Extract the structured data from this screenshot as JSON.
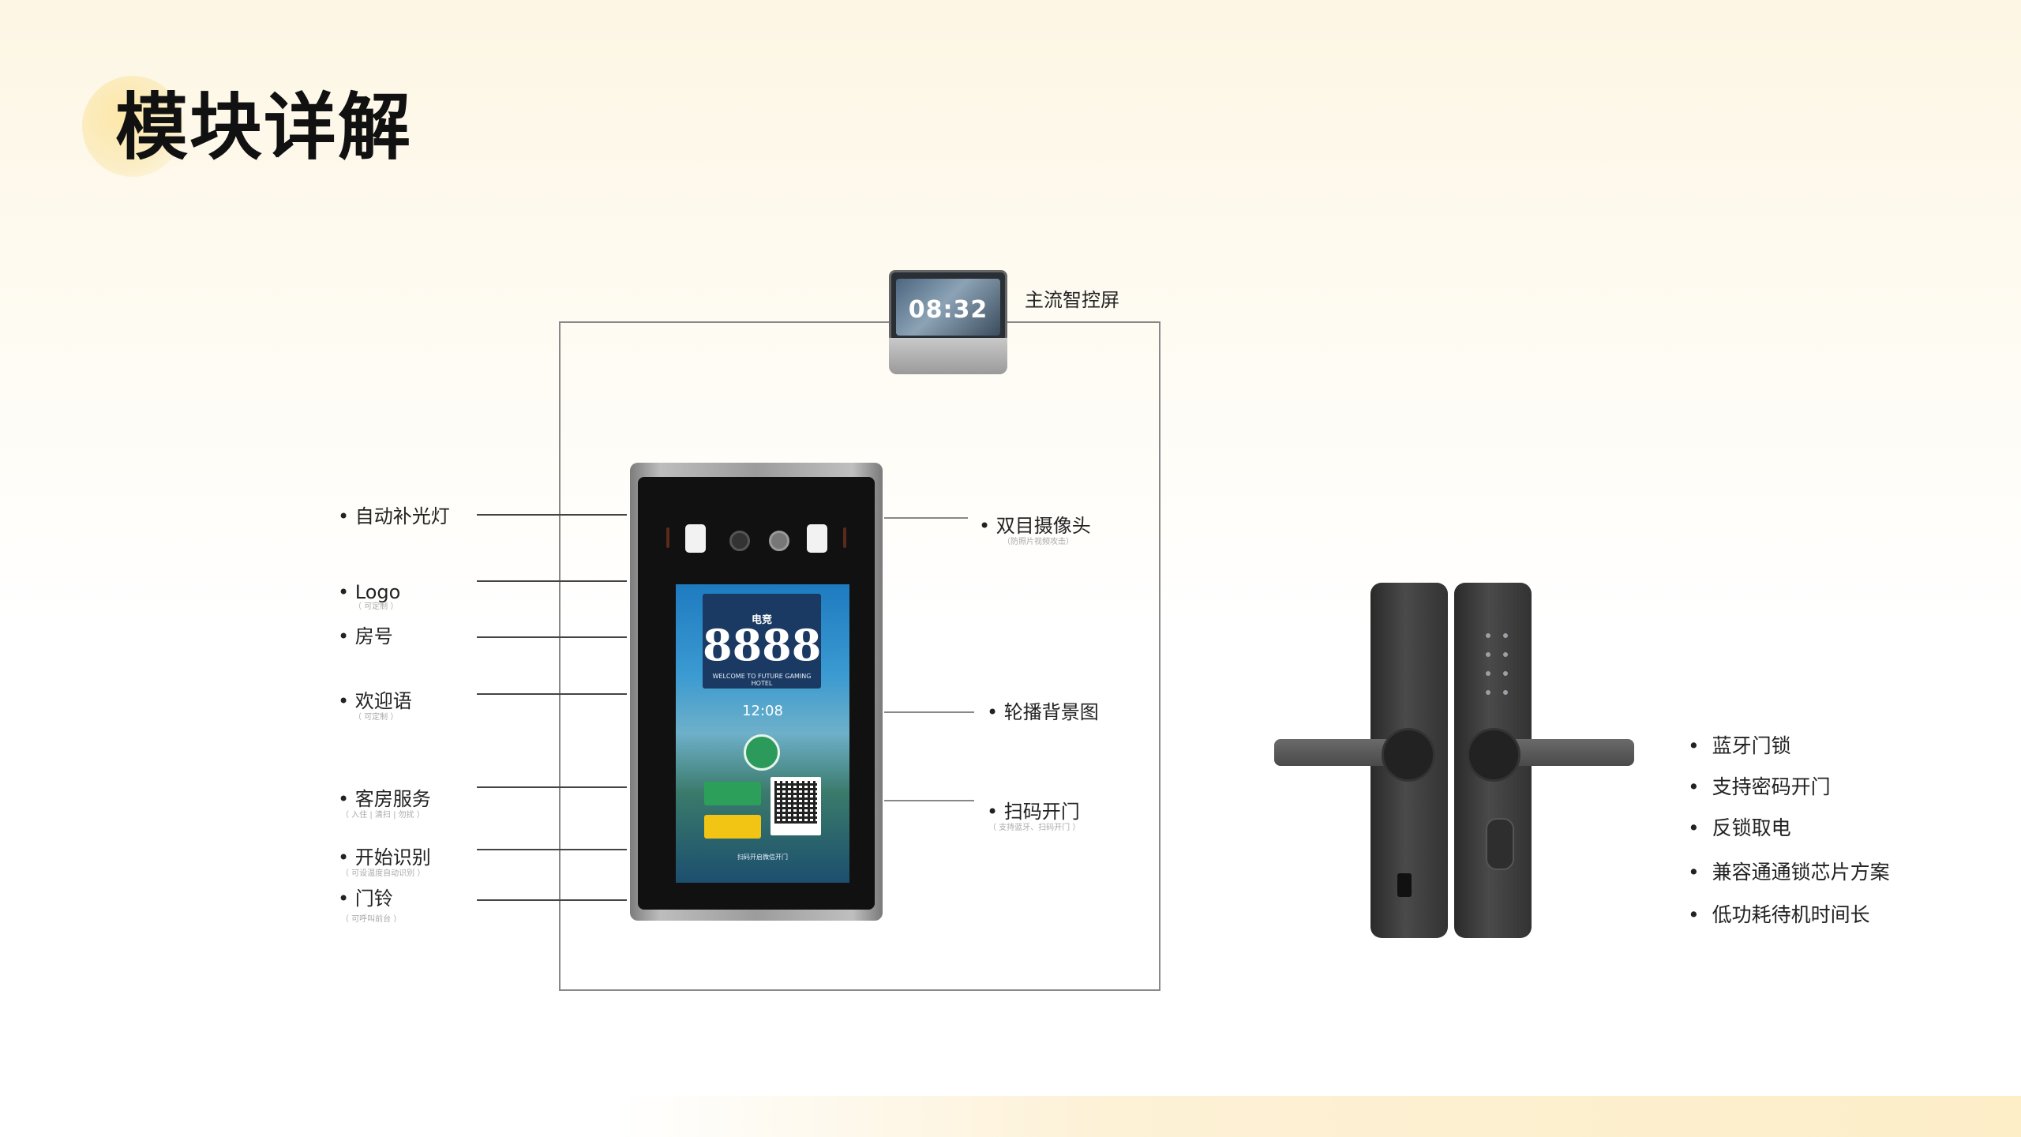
{
  "page": {
    "title": "模块详解"
  },
  "smart_screen": {
    "clock": "08:32",
    "label": "主流智控屏"
  },
  "panel": {
    "screen": {
      "brand": "电竞",
      "room_number": "8888",
      "welcome": "WELCOME TO FUTURE GAMING HOTEL",
      "time": "12:08",
      "bottom_text": "扫码开启微信开门"
    }
  },
  "left_callouts": [
    {
      "label": "自动补光灯",
      "sub": ""
    },
    {
      "label": "Logo",
      "sub": "（ 可定制 ）"
    },
    {
      "label": "房号",
      "sub": ""
    },
    {
      "label": "欢迎语",
      "sub": "（ 可定制 ）"
    },
    {
      "label": "客房服务",
      "sub": "（ 入住 | 清扫 | 勿扰 ）"
    },
    {
      "label": "开始识别",
      "sub": "（ 可设温度自动识别 ）"
    },
    {
      "label": "门铃",
      "sub": "（ 可呼叫前台 ）"
    }
  ],
  "right_callouts": [
    {
      "label": "双目摄像头",
      "sub": "（防照片视频攻击）"
    },
    {
      "label": "轮播背景图",
      "sub": ""
    },
    {
      "label": "扫码开门",
      "sub": "（ 支持蓝牙、扫码开门 ）"
    }
  ],
  "lock_features": [
    "蓝牙门锁",
    "支持密码开门",
    "反锁取电",
    "兼容通通锁芯片方案",
    "低功耗待机时间长"
  ],
  "colors": {
    "panel_screen_blue": "#1e7bc0",
    "start_button_green": "#2c9a5a",
    "service_button_green": "#2ca05b",
    "doorbell_button_yellow": "#f2c413",
    "title_circle": "#fde7a8"
  }
}
